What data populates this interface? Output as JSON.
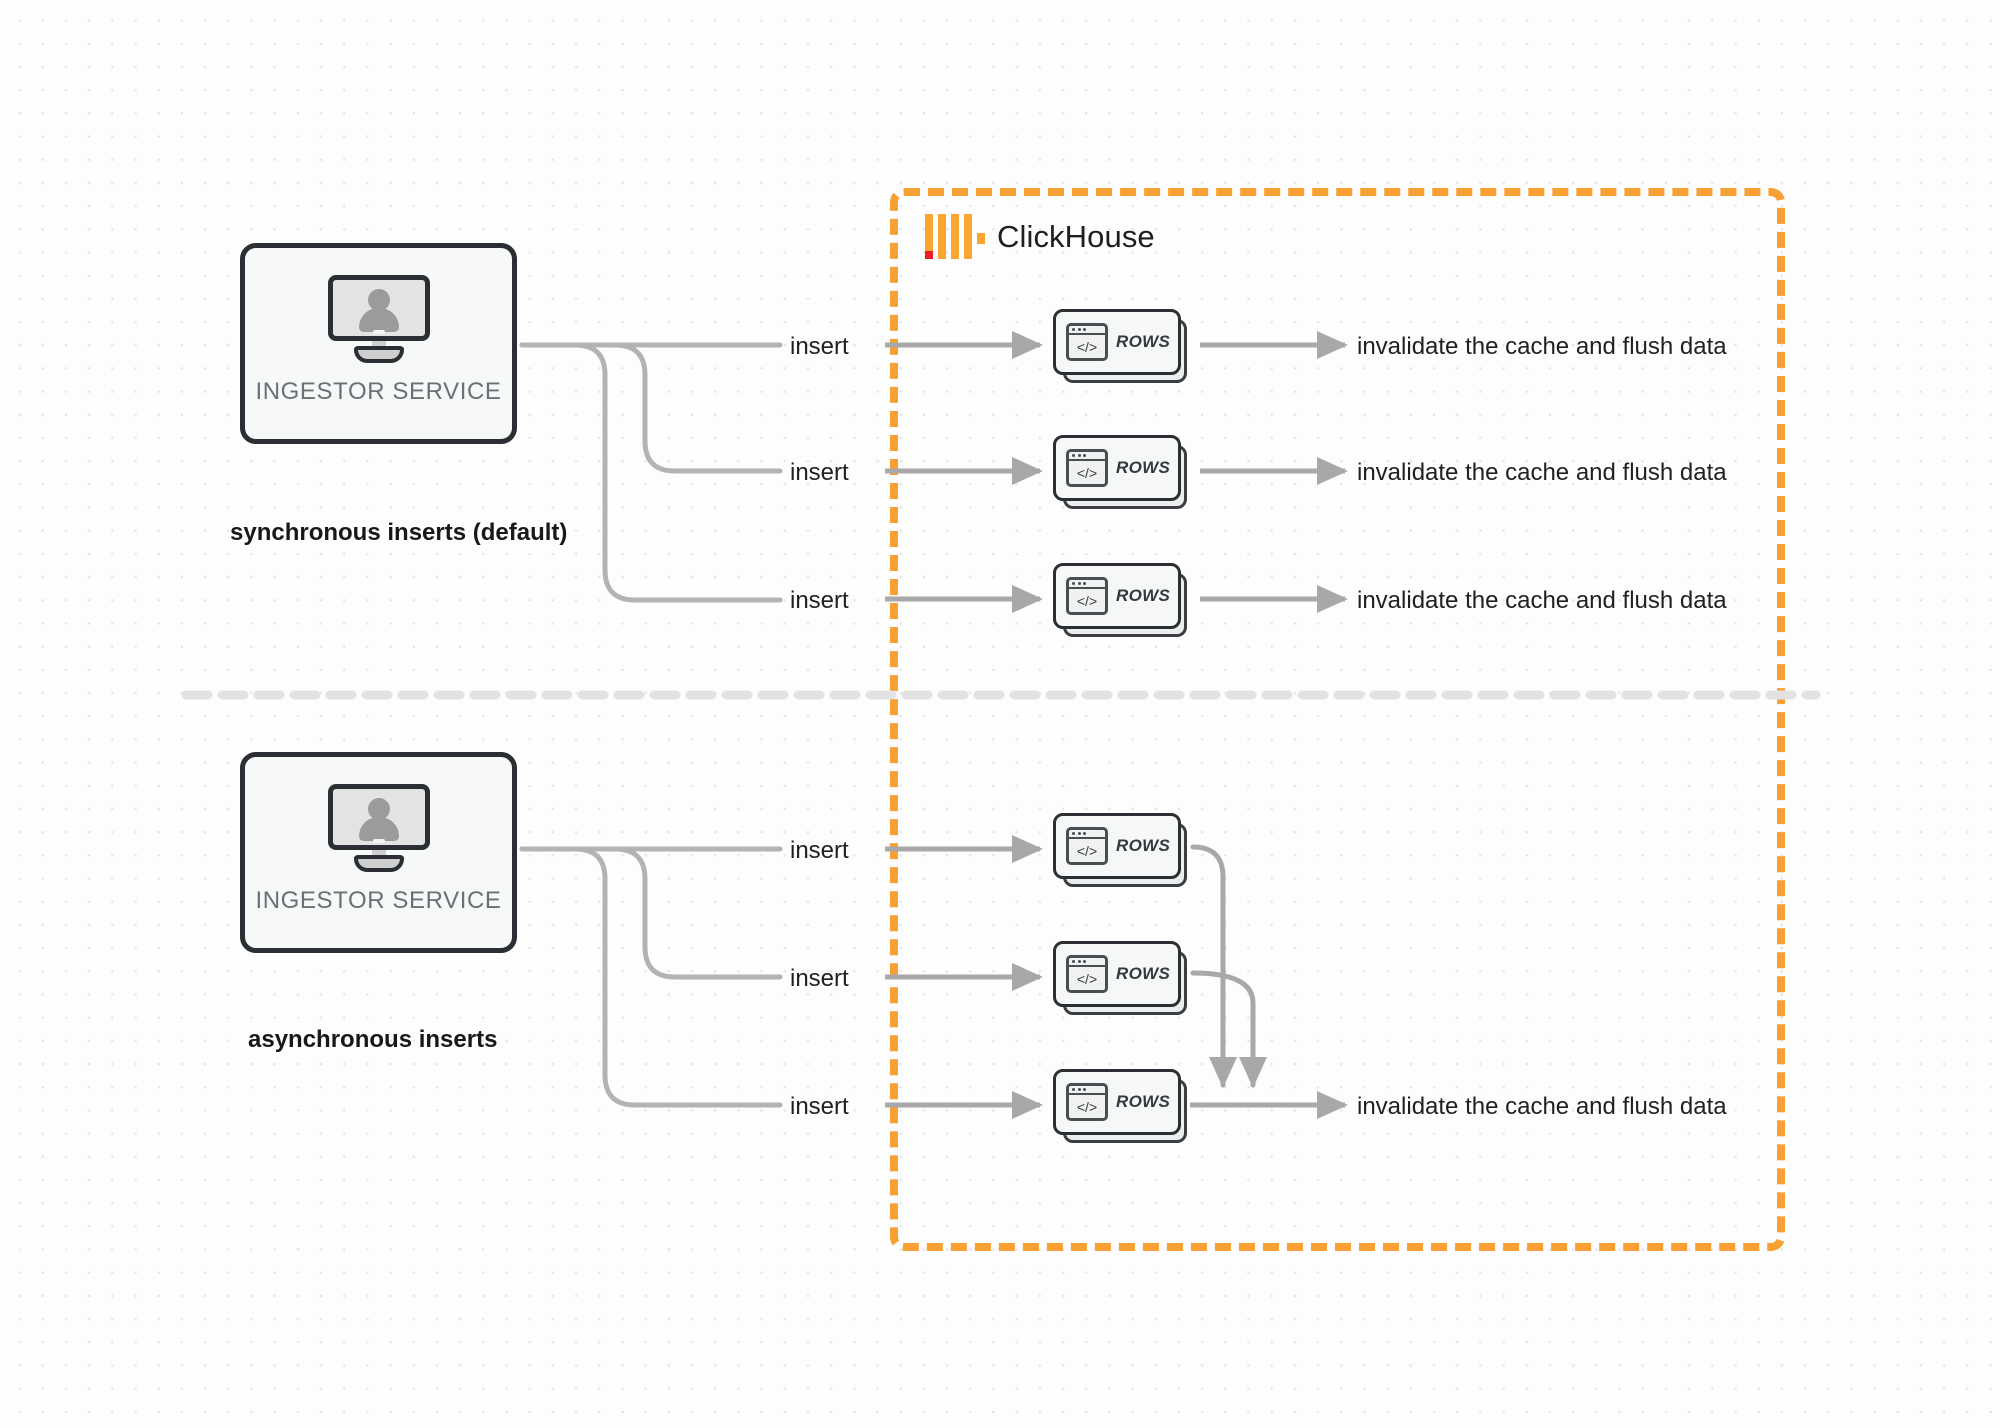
{
  "diagram": {
    "title": "ClickHouse synchronous vs asynchronous inserts",
    "background": "#fdfdfd",
    "accent_color": "#F8A033",
    "connector_color": "#aaaaaa"
  },
  "clickhouse": {
    "name": "ClickHouse",
    "logo_icon": "clickhouse-logo-icon",
    "boundary_style": "dashed",
    "boundary_color": "#F8A033"
  },
  "sections": [
    {
      "id": "sync",
      "caption": "synchronous inserts (default)",
      "service": {
        "label": "INGESTOR SERVICE",
        "icon": "monitor-user-icon"
      },
      "edges": [
        {
          "insert_label": "insert",
          "card_label": "ROWS",
          "result_label": "invalidate the cache and flush data"
        },
        {
          "insert_label": "insert",
          "card_label": "ROWS",
          "result_label": "invalidate the cache and flush data"
        },
        {
          "insert_label": "insert",
          "card_label": "ROWS",
          "result_label": "invalidate the cache and flush data"
        }
      ]
    },
    {
      "id": "async",
      "caption": "asynchronous inserts",
      "service": {
        "label": "INGESTOR SERVICE",
        "icon": "monitor-user-icon"
      },
      "edges": [
        {
          "insert_label": "insert",
          "card_label": "ROWS"
        },
        {
          "insert_label": "insert",
          "card_label": "ROWS"
        },
        {
          "insert_label": "insert",
          "card_label": "ROWS"
        }
      ],
      "result_label": "invalidate the cache and flush data"
    }
  ]
}
